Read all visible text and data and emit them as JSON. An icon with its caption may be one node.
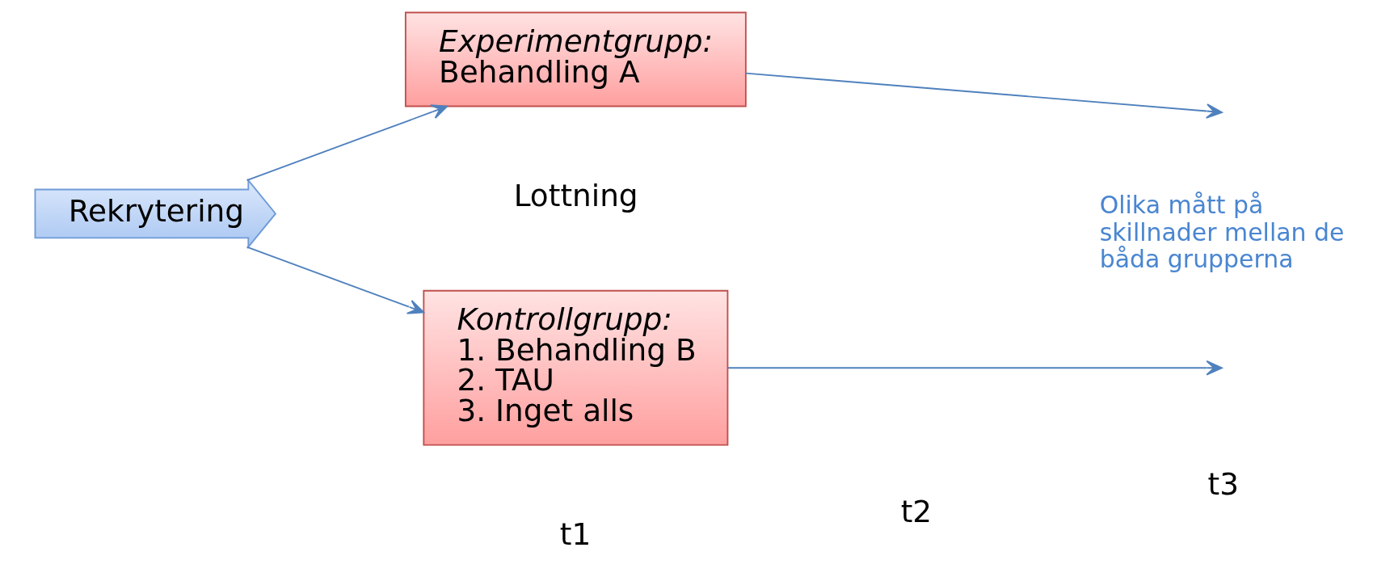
{
  "diagram": {
    "nodes": [
      {
        "text": [
          "Rekrytering"
        ]
      },
      {
        "text": [
          "Experimentgrupp:",
          "Behandling A"
        ]
      },
      {
        "text": [
          "Kontrollgrupp:",
          "1. Behandling B",
          "2. TAU",
          "3. Inget alls"
        ]
      }
    ],
    "edges": [
      {
        "from": 0,
        "to": 1,
        "arrow": "to"
      },
      {
        "from": 0,
        "to": 2,
        "arrow": "to"
      },
      {
        "from": 1,
        "to": null,
        "arrow": "to"
      },
      {
        "from": 2,
        "to": null,
        "arrow": "to"
      }
    ],
    "labels": [
      "Lottning",
      "Olika mått på skillnader mellan de båda grupperna",
      "t1",
      "t2",
      "t3"
    ]
  }
}
